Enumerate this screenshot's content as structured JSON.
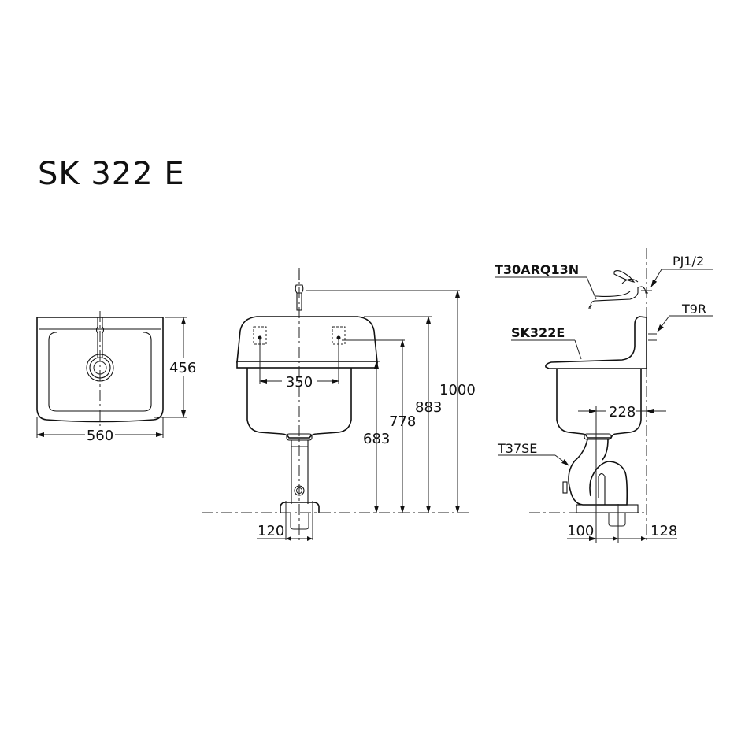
{
  "title": "SK 322 E",
  "views": {
    "plan": {
      "width_label": "560",
      "depth_label": "456"
    },
    "front": {
      "faucet_spacing_label": "350",
      "rim_height_label": "683",
      "bracket_height_label": "778",
      "back_height_label": "883",
      "faucet_height_label": "1000",
      "pipe_width_label": "120"
    },
    "side": {
      "faucet_model": "T30ARQ13N",
      "connector_model": "PJ1/2",
      "bracket_model": "T9R",
      "sink_model": "SK322E",
      "trap_model": "T37SE",
      "drain_offset_label": "228",
      "trap_offset_label": "100",
      "wall_offset_label": "128"
    }
  },
  "colors": {
    "line": "#111111",
    "background": "#ffffff"
  }
}
